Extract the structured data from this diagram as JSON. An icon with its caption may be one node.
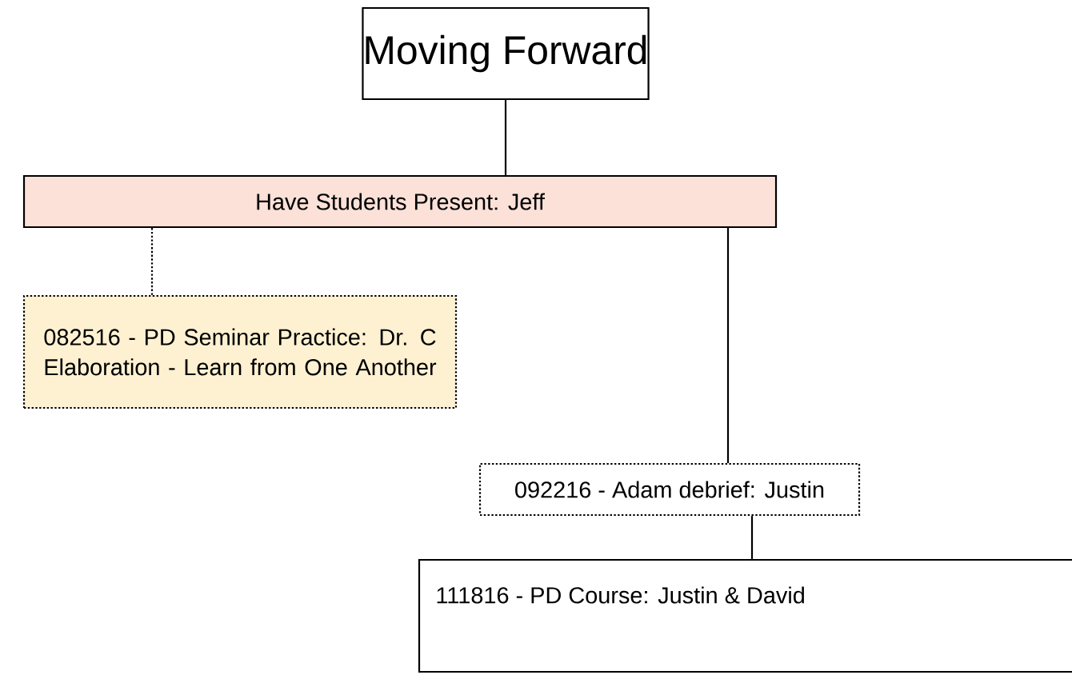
{
  "diagram": {
    "nodes": [
      {
        "text": [
          "Moving Forward"
        ]
      },
      {
        "text": [
          "Have Students Present: Jeff"
        ]
      },
      {
        "text": [
          "082516 - PD Seminar Practice: Dr. C Elaboration - Learn from One Another"
        ]
      },
      {
        "text": [
          "092216 - Adam debrief: Justin"
        ]
      },
      {
        "text": [
          "111816 - PD Course: Justin & David"
        ]
      }
    ],
    "edges": [
      {
        "from": 0,
        "to": 1,
        "arrow": "none"
      },
      {
        "from": 1,
        "to": 2,
        "arrow": "none",
        "style": "dashed"
      },
      {
        "from": 1,
        "to": 3,
        "arrow": "none"
      },
      {
        "from": 3,
        "to": 4,
        "arrow": "none"
      }
    ]
  }
}
